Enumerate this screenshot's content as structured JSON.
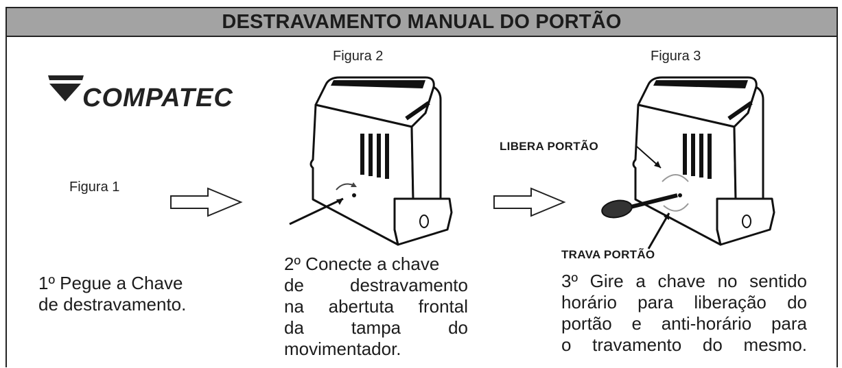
{
  "header": {
    "title": "DESTRAVAMENTO MANUAL DO PORTÃO"
  },
  "brand": {
    "name": "COMPATEC"
  },
  "figures": {
    "fig1": {
      "caption": "Figura 1"
    },
    "fig2": {
      "caption": "Figura 2"
    },
    "fig3": {
      "caption": "Figura 3"
    }
  },
  "labels": {
    "release": "LIBERA PORTÃO",
    "lock": "TRAVA PORTÃO"
  },
  "steps": {
    "step1": [
      "1º Pegue a Chave",
      "de destravamento."
    ],
    "step2": [
      "2º Conecte a chave",
      "de destravamento",
      "na abertuta frontal",
      "da tampa do",
      "movimentador."
    ],
    "step3": [
      "3º Gire a chave no sentido",
      "horário para liberação do",
      "portão e anti-horário para",
      "o travamento do mesmo."
    ]
  },
  "colors": {
    "banner": "#a3a3a3",
    "ink": "#1c1c1c"
  },
  "icons": [
    "compatec-logo-icon",
    "right-arrow-icon",
    "gate-motor-icon",
    "rotation-arrow-icon",
    "unlock-key-icon"
  ]
}
